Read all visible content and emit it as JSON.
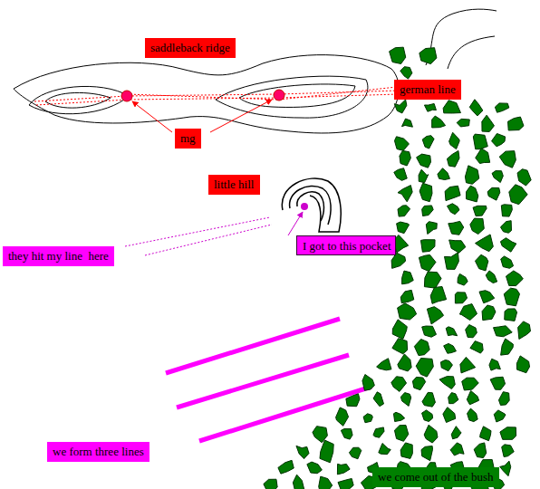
{
  "diagram": {
    "nodes": [
      {
        "text": [
          "saddleback ridge"
        ]
      },
      {
        "text": [
          "german line"
        ]
      },
      {
        "text": [
          "mg"
        ]
      },
      {
        "text": [
          "little hill"
        ]
      },
      {
        "text": [
          "they hit my line  here"
        ]
      },
      {
        "text": [
          "I got to this pocket"
        ]
      },
      {
        "text": [
          "we form three lines"
        ]
      },
      {
        "text": [
          "we come out of the bush"
        ]
      }
    ]
  }
}
